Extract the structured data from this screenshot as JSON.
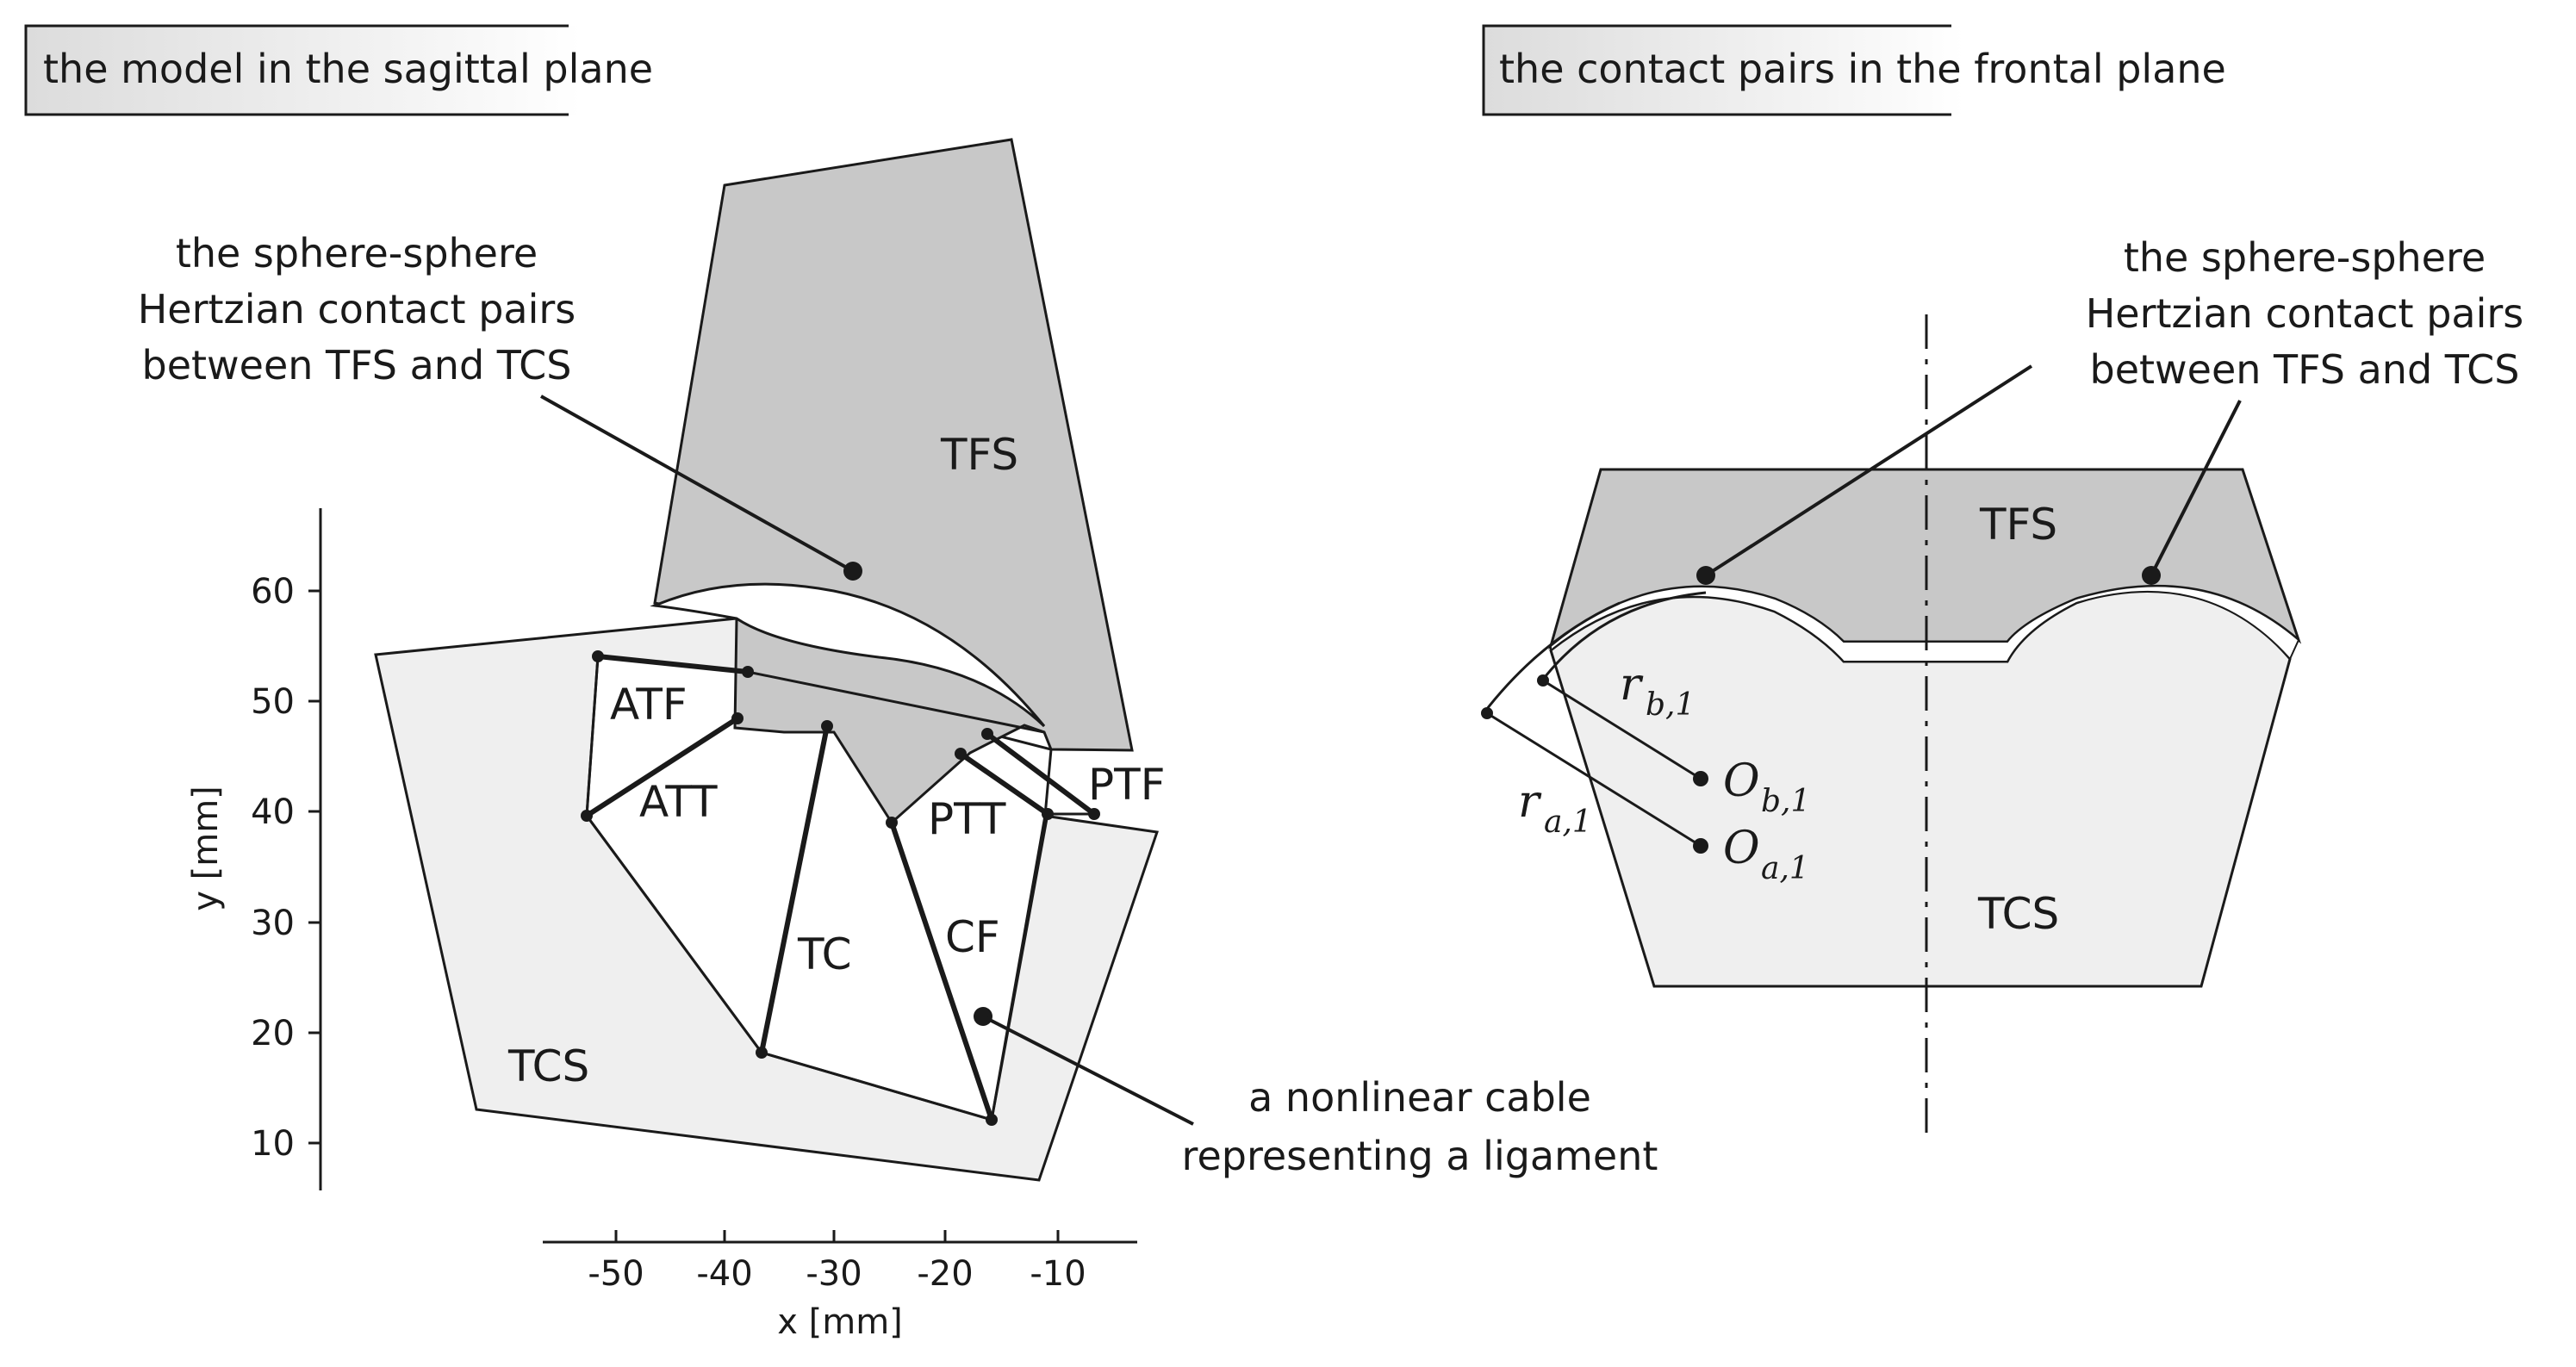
{
  "panels": {
    "left_title": "the model in the sagittal plane",
    "right_title": "the contact pairs in the frontal plane"
  },
  "left": {
    "bodies": {
      "upper": "TFS",
      "lower": "TCS"
    },
    "ligaments": [
      "ATF",
      "ATT",
      "TC",
      "PTT",
      "CF",
      "PTF"
    ],
    "contact_note": [
      "the sphere-sphere",
      "Hertzian contact pairs",
      "between TFS and TCS"
    ],
    "cable_note": [
      "a nonlinear cable",
      "representing a ligament"
    ],
    "axes": {
      "x_label": "x [mm]",
      "y_label": "y [mm]",
      "x_ticks": [
        "-50",
        "-40",
        "-30",
        "-20",
        "-10"
      ],
      "y_ticks": [
        "60",
        "50",
        "40",
        "30",
        "20",
        "10"
      ]
    }
  },
  "right": {
    "bodies": {
      "upper": "TFS",
      "lower": "TCS"
    },
    "contact_note": [
      "the sphere-sphere",
      "Hertzian contact pairs",
      "between TFS and TCS"
    ],
    "radii": {
      "rb_main": "r",
      "rb_sub": "b,1",
      "ra_main": "r",
      "ra_sub": "a,1"
    },
    "centers": {
      "ob_main": "O",
      "ob_sub": "b,1",
      "oa_main": "O",
      "oa_sub": "a,1"
    }
  },
  "colors": {
    "upper_fill": "#c8c8c8",
    "lower_fill": "#efefef",
    "ink": "#1a1a1a"
  }
}
